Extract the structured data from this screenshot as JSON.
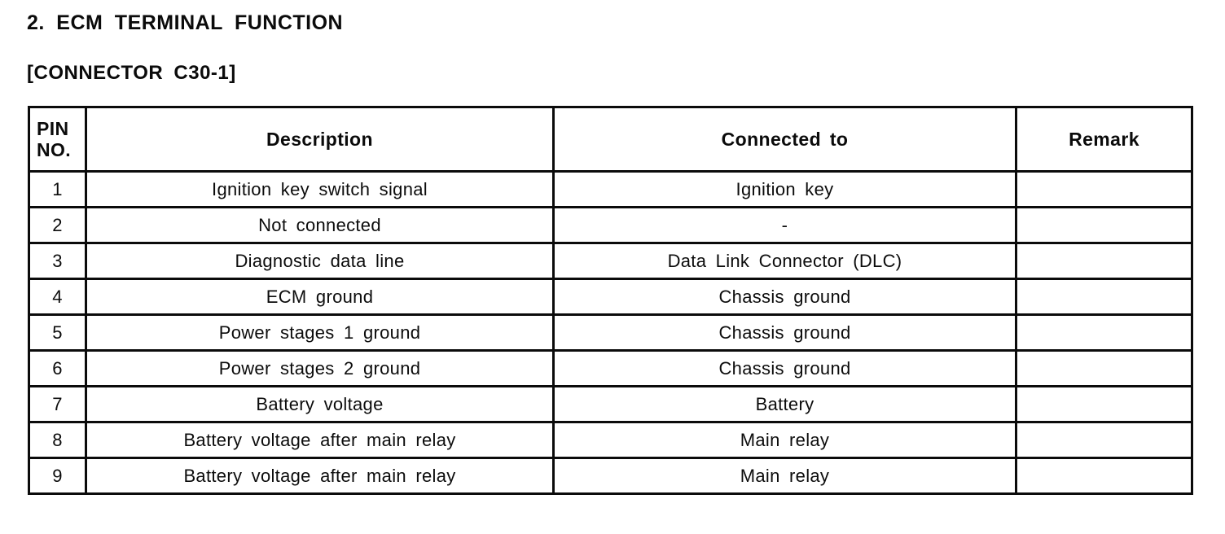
{
  "page": {
    "section_title": "2. ECM TERMINAL FUNCTION",
    "connector_label": "[CONNECTOR C30-1]"
  },
  "colors": {
    "ink": "#0b0b0b",
    "paper": "#ffffff"
  },
  "table": {
    "headers": {
      "pin_no": "PIN\nNO.",
      "description": "Description",
      "connected_to": "Connected to",
      "remark": "Remark"
    },
    "rows": [
      {
        "pin": "1",
        "description": "Ignition key switch signal",
        "connected_to": "Ignition key",
        "remark": ""
      },
      {
        "pin": "2",
        "description": "Not connected",
        "connected_to": "-",
        "remark": ""
      },
      {
        "pin": "3",
        "description": "Diagnostic data line",
        "connected_to": "Data Link Connector (DLC)",
        "remark": ""
      },
      {
        "pin": "4",
        "description": "ECM ground",
        "connected_to": "Chassis ground",
        "remark": ""
      },
      {
        "pin": "5",
        "description": "Power stages 1 ground",
        "connected_to": "Chassis ground",
        "remark": ""
      },
      {
        "pin": "6",
        "description": "Power stages 2 ground",
        "connected_to": "Chassis ground",
        "remark": ""
      },
      {
        "pin": "7",
        "description": "Battery voltage",
        "connected_to": "Battery",
        "remark": ""
      },
      {
        "pin": "8",
        "description": "Battery voltage after main relay",
        "connected_to": "Main relay",
        "remark": ""
      },
      {
        "pin": "9",
        "description": "Battery voltage after main relay",
        "connected_to": "Main relay",
        "remark": ""
      }
    ]
  }
}
